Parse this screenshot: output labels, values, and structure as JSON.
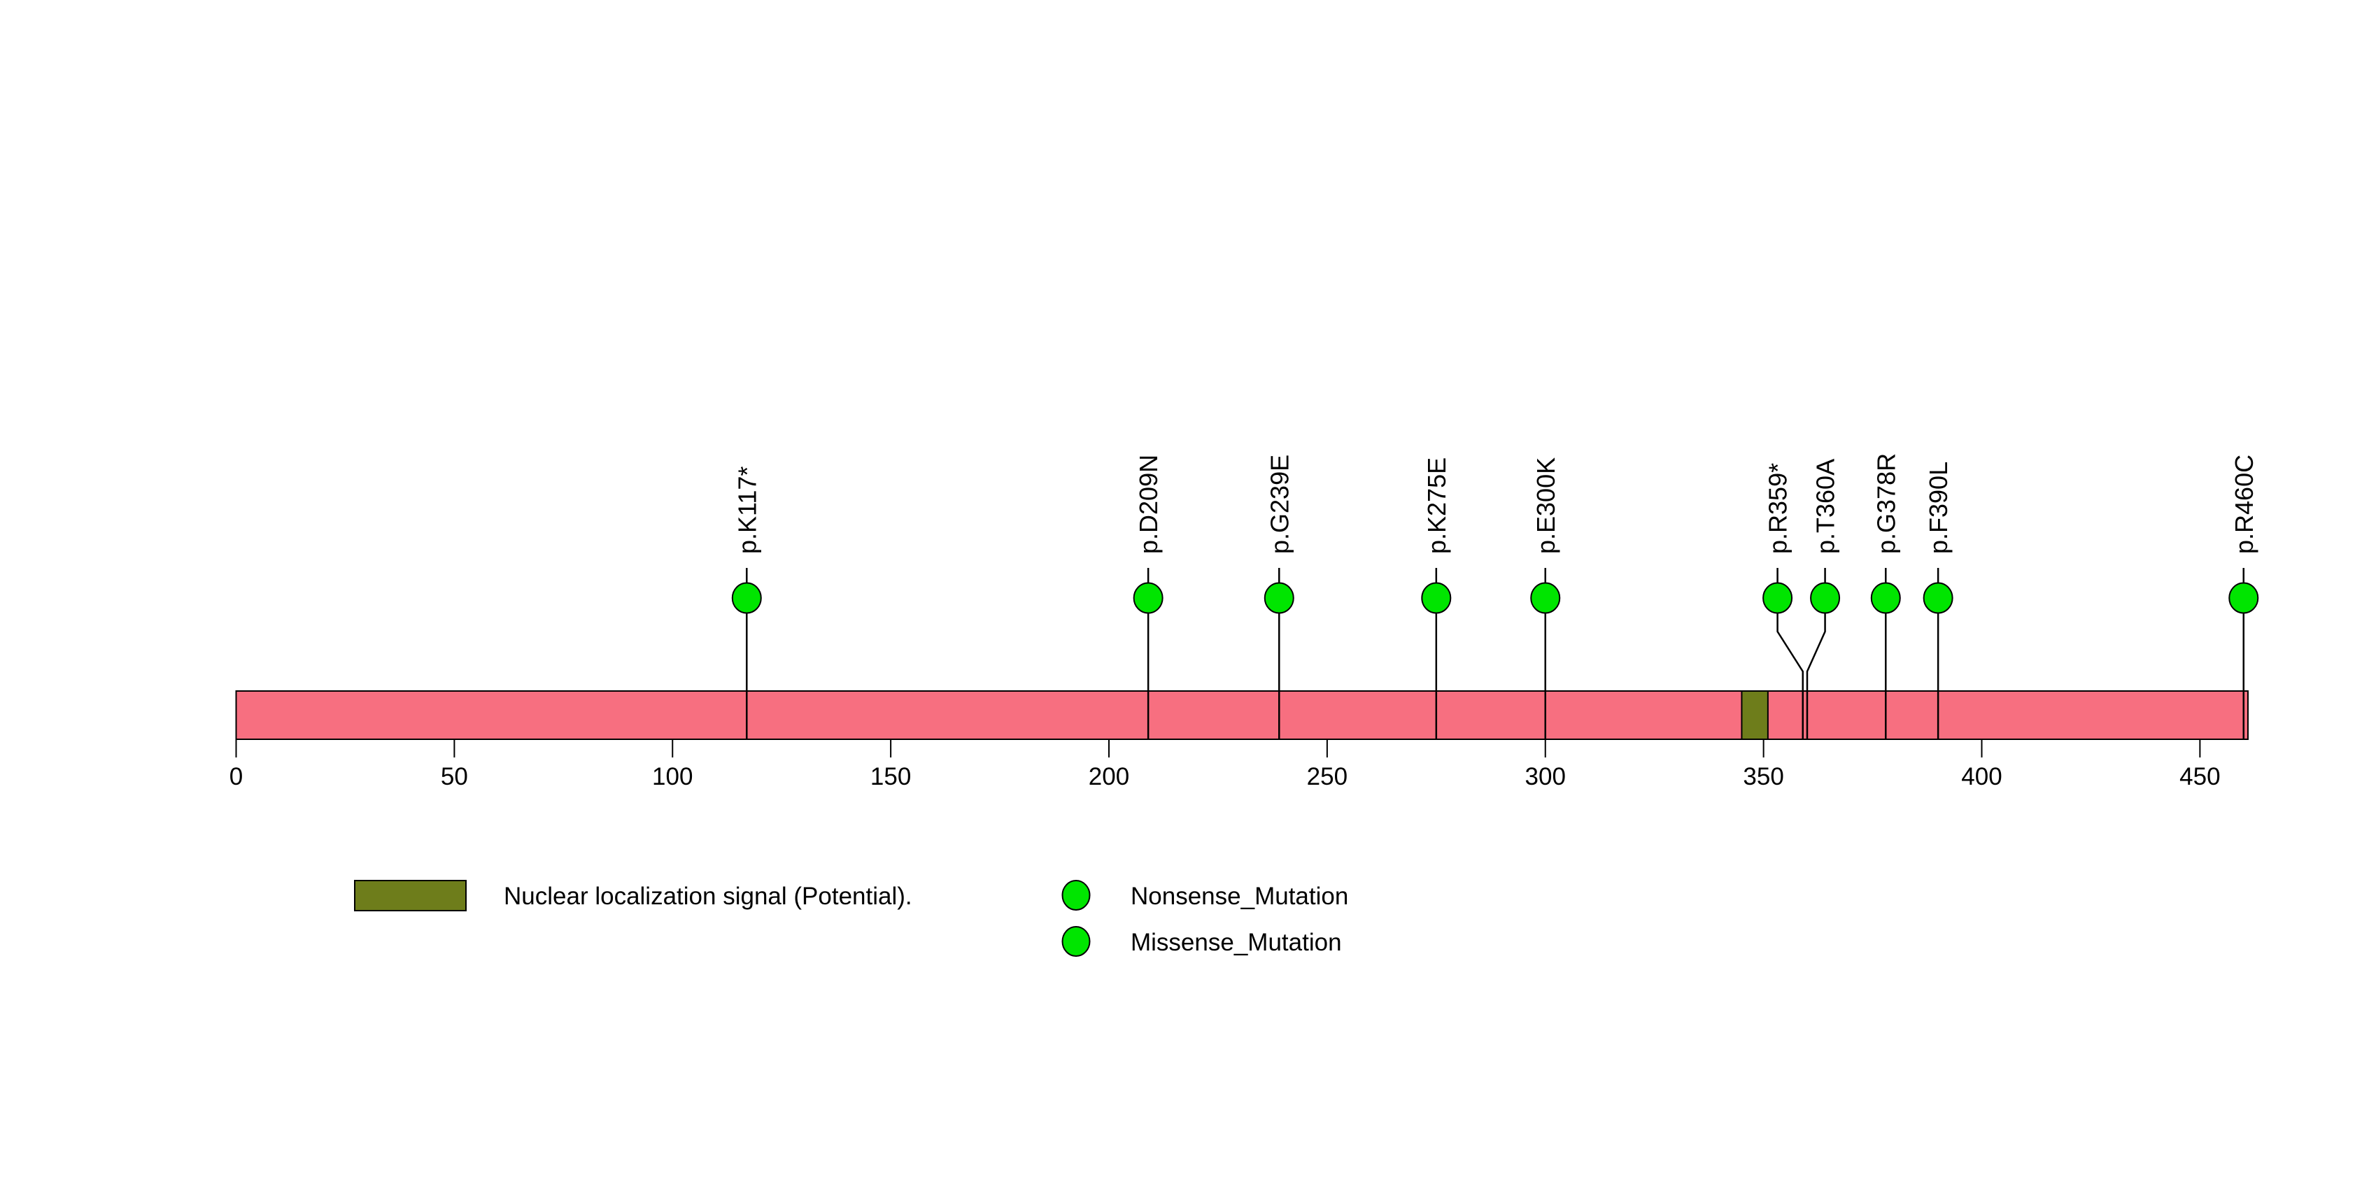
{
  "chart_data": {
    "type": "lollipop",
    "description": "Protein mutation lollipop plot",
    "x_axis": {
      "ticks": [
        0,
        50,
        100,
        150,
        200,
        250,
        300,
        350,
        400,
        450
      ],
      "range": [
        0,
        461
      ],
      "unit": "amino acid position"
    },
    "protein": {
      "length": 461,
      "bar_color": "#F76F80",
      "bar_border_color": "#000000"
    },
    "domains": [
      {
        "name": "Nuclear localization signal (Potential).",
        "start": 345,
        "end": 351,
        "color": "#6E7D1B"
      }
    ],
    "mutation_marker_color": "#00E500",
    "mutation_marker_border": "#000000",
    "mutations": [
      {
        "label": "p.K117*",
        "position": 117,
        "type": "Nonsense_Mutation"
      },
      {
        "label": "p.D209N",
        "position": 209,
        "type": "Missense_Mutation"
      },
      {
        "label": "p.G239E",
        "position": 239,
        "type": "Missense_Mutation"
      },
      {
        "label": "p.K275E",
        "position": 275,
        "type": "Missense_Mutation"
      },
      {
        "label": "p.E300K",
        "position": 300,
        "type": "Missense_Mutation"
      },
      {
        "label": "p.R359*",
        "position": 359,
        "type": "Nonsense_Mutation",
        "label_anchor": 353.2
      },
      {
        "label": "p.T360A",
        "position": 360,
        "type": "Missense_Mutation",
        "label_anchor": 364.1
      },
      {
        "label": "p.G378R",
        "position": 378,
        "type": "Missense_Mutation"
      },
      {
        "label": "p.F390L",
        "position": 390,
        "type": "Missense_Mutation"
      },
      {
        "label": "p.R460C",
        "position": 460,
        "type": "Missense_Mutation"
      }
    ],
    "legend": {
      "domain_label": "Nuclear localization signal (Potential).",
      "domain_swatch_color": "#6E7D1B",
      "marker_color": "#00E500",
      "entries": [
        {
          "label": "Nonsense_Mutation"
        },
        {
          "label": "Missense_Mutation"
        }
      ]
    },
    "grid": false,
    "title": ""
  }
}
